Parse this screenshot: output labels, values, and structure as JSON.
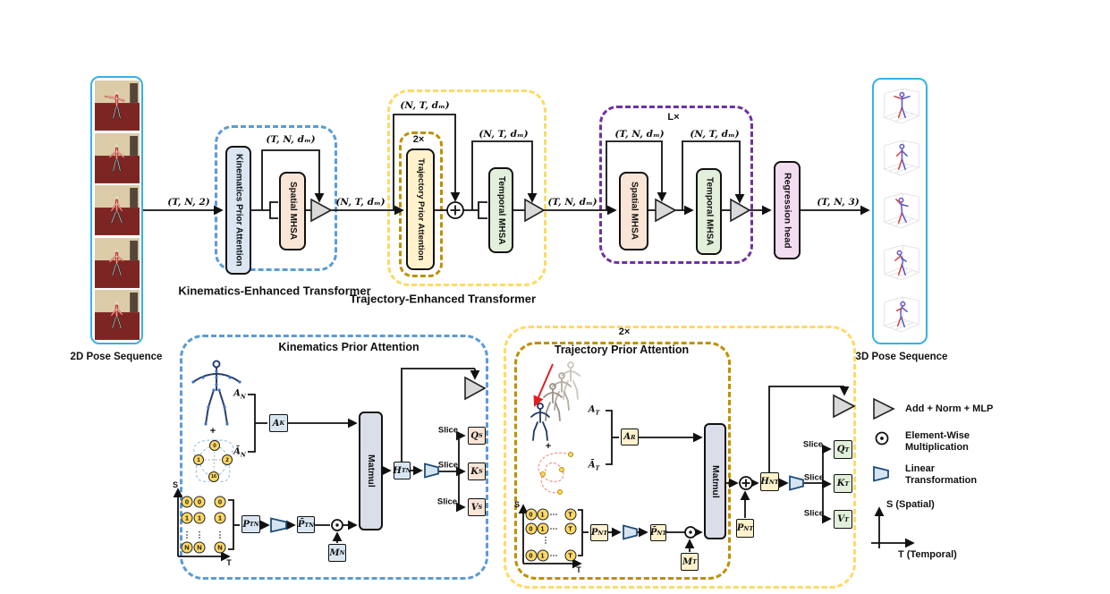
{
  "figure": {
    "input": {
      "caption": "2D Pose Sequence",
      "shape": "(T, N, 2)"
    },
    "output": {
      "caption": "3D Pose Sequence",
      "shape": "(T, N, 3)"
    },
    "ket": {
      "caption": "Kinematics-Enhanced Transformer",
      "prior_block": "Kinematics Prior Attention",
      "skip_shape": "(T, N, dₘ)",
      "mhsa": "Spatial MHSA",
      "out_shape": "(N, T, dₘ)"
    },
    "tet": {
      "caption": "Trajectory-Enhanced Transformer",
      "skip_shape": "(N, T, dₘ)",
      "repeat": "2×",
      "prior_block": "Trajectory Prior Attention",
      "mhsa_skip_shape": "(N, T, dₘ)",
      "mhsa": "Temporal MHSA",
      "out_shape": "(T, N, dₘ)"
    },
    "loop": {
      "repeat": "L×",
      "spatial_skip_shape": "(T, N, dₘ)",
      "spatial_mhsa": "Spatial MHSA",
      "temporal_skip_shape": "(N, T, dₘ)",
      "temporal_mhsa": "Temporal MHSA"
    },
    "regression_head": "Regression head"
  },
  "kpa": {
    "title": "Kinematics Prior Attention",
    "plus": "+",
    "graph_nodes": [
      "0",
      "1",
      "2",
      "16"
    ],
    "a_n": {
      "base": "A",
      "sub": "N"
    },
    "a_n_bar": {
      "base": "Ā",
      "sub": "N"
    },
    "a_k": {
      "base": "A",
      "sub": "K"
    },
    "p_tn": {
      "base": "P",
      "sub": "TN"
    },
    "p_tn_bar": {
      "base": "P̄",
      "sub": "TN"
    },
    "m_n": {
      "base": "M",
      "sub": "N"
    },
    "h_tn": {
      "base": "H",
      "sub": "TN"
    },
    "q_s": {
      "base": "Q",
      "sub": "S"
    },
    "k_s": {
      "base": "K",
      "sub": "S"
    },
    "v_s": {
      "base": "V",
      "sub": "S"
    },
    "matmul": "Matmul",
    "slice": "Slice",
    "matrix": {
      "y_axis": "S",
      "x_axis": "T",
      "col_ellipsis": "⋯",
      "rows": [
        [
          "0",
          "0",
          "0"
        ],
        [
          "1",
          "1",
          "1"
        ],
        [
          "⋮",
          "⋮",
          "⋮"
        ],
        [
          "N",
          "N",
          "N"
        ]
      ]
    }
  },
  "tpa": {
    "repeat": "2×",
    "title": "Trajectory Prior Attention",
    "plus": "+",
    "a_t": {
      "base": "A",
      "sub": "T"
    },
    "a_t_bar": {
      "base": "Ā",
      "sub": "T"
    },
    "a_r": {
      "base": "A",
      "sub": "R"
    },
    "p_nt": {
      "base": "P",
      "sub": "NT"
    },
    "p_nt_bar": {
      "base": "P̄",
      "sub": "NT"
    },
    "m_t": {
      "base": "M",
      "sub": "T"
    },
    "p_nt2": {
      "base": "P",
      "sub": "NT"
    },
    "h_nt": {
      "base": "H",
      "sub": "NT"
    },
    "q_t": {
      "base": "Q",
      "sub": "T"
    },
    "k_t": {
      "base": "K",
      "sub": "T"
    },
    "v_t": {
      "base": "V",
      "sub": "T"
    },
    "matmul": "Matmul",
    "slice": "Slice",
    "matrix": {
      "y_axis": "S",
      "x_axis": "T",
      "row_ellipsis": "⋮",
      "rows": [
        [
          "0",
          "1",
          "⋯",
          "T"
        ],
        [
          "0",
          "1",
          "⋯",
          "T"
        ],
        [
          "0",
          "1",
          "⋯",
          "T"
        ]
      ]
    }
  },
  "legend": {
    "add_norm_mlp": "Add + Norm + MLP",
    "elementwise_line1": "Element-Wise",
    "elementwise_line2": "Multiplication",
    "linear_line1": "Linear",
    "linear_line2": "Transformation",
    "s_axis": "S (Spatial)",
    "t_axis": "T (Temporal)"
  },
  "colors": {
    "cyan_border": "#35B2E5",
    "blue_dash": "#5B9BD5",
    "yellow_dash": "#FFD966",
    "gold_dash": "#BF9000",
    "purple_dash": "#7030A0",
    "blue_fill": "#DAE7F3",
    "peach_fill": "#FBE5D6",
    "green_fill": "#E2EFDA",
    "yellow_fill": "#FFF2CC",
    "pink_fill": "#F2DCF0",
    "gray_fill": "#D9DEE8",
    "triangle_fill": "#D9D9D9",
    "node_fill": "#FFD966"
  }
}
